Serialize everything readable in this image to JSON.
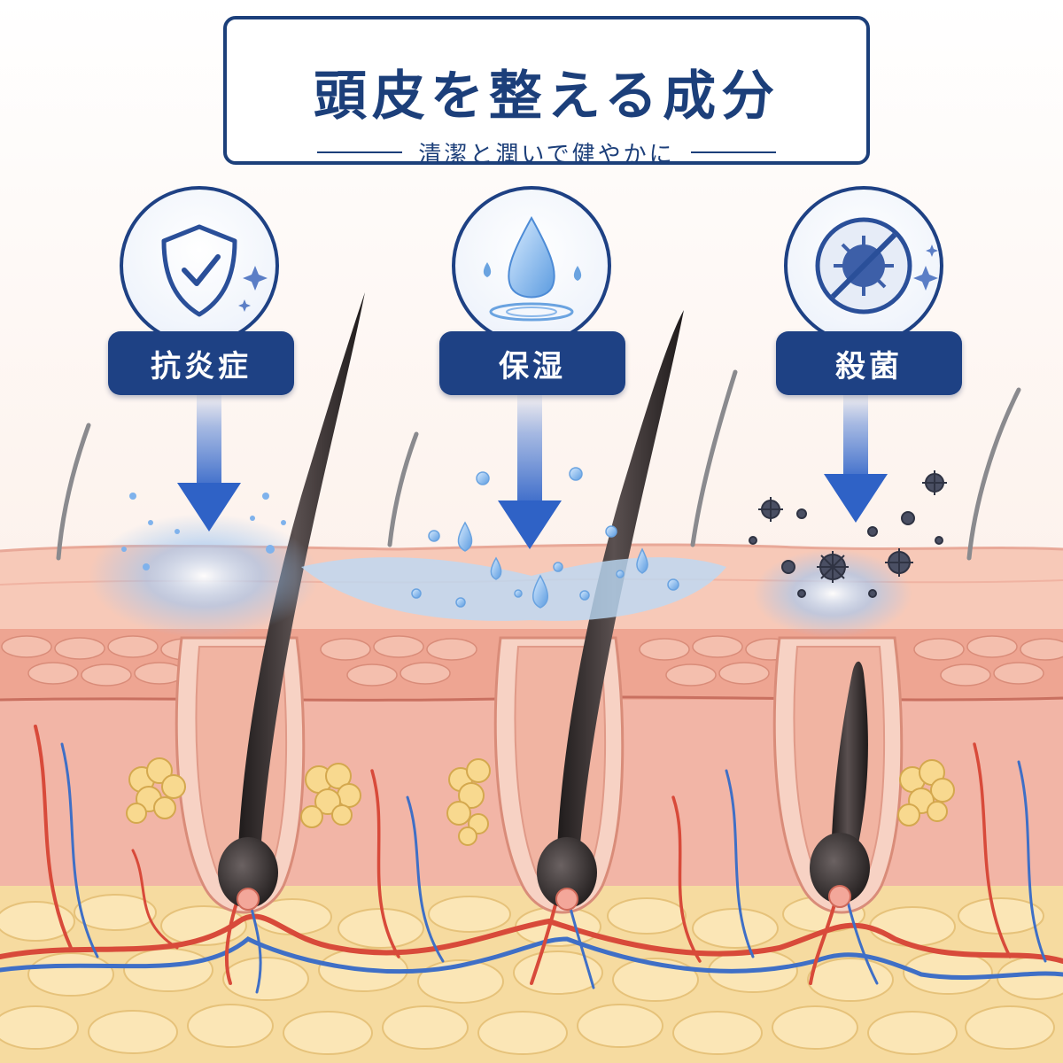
{
  "header": {
    "title": "頭皮を整える成分",
    "subtitle": "清潔と潤いで健やかに"
  },
  "benefits": [
    {
      "label": "抗炎症",
      "icon": "shield-check-icon"
    },
    {
      "label": "保湿",
      "icon": "water-drop-icon"
    },
    {
      "label": "殺菌",
      "icon": "no-germ-icon"
    }
  ],
  "colors": {
    "navy": "#1e4184",
    "arrow_blue": "#3a6fd0",
    "skin": "#f3b7a8",
    "fat": "#f6dba0",
    "artery": "#d84a3a",
    "vein": "#3f6fc6",
    "hair": "#2b2525"
  }
}
